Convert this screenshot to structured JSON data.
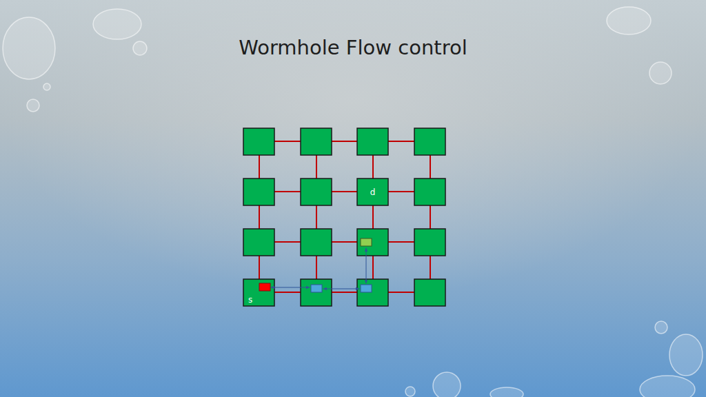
{
  "diagram": {
    "title": "Wormhole Flow control",
    "nodes": [
      {
        "text": [
          "d"
        ]
      },
      {
        "text": [
          "s"
        ]
      }
    ]
  }
}
